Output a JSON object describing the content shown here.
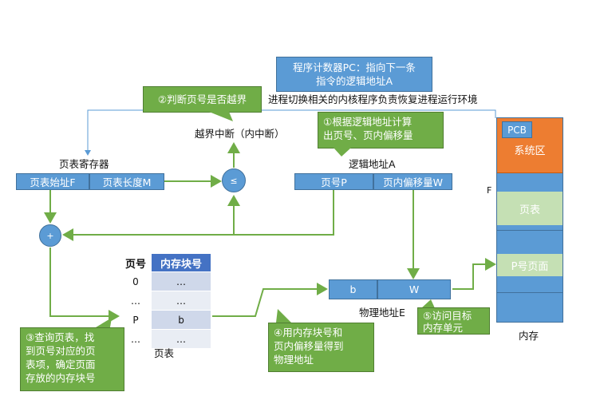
{
  "pc_box": {
    "line1": "程序计数器PC：指向下一条",
    "line2": "指令的逻辑地址A"
  },
  "context_switch_text": "进程切换相关的内核程序负责恢复进程运行环境",
  "callout_check": "②判断页号是否越界",
  "callout_split": {
    "line1": "①根据逻辑地址计算",
    "line2": "出页号、页内偏移量"
  },
  "interrupt_label": "越界中断（内中断）",
  "ptr_title": "页表寄存器",
  "ptr_start": "页表始址F",
  "ptr_length": "页表长度M",
  "compare_symbol": "≤",
  "adder_symbol": "+",
  "logical_title": "逻辑地址A",
  "logical_page": "页号P",
  "logical_offset": "页内偏移量W",
  "page_table": {
    "header_page": "页号",
    "header_block": "内存块号",
    "rows": [
      {
        "page": "0",
        "block": "…"
      },
      {
        "page": "…",
        "block": "…"
      },
      {
        "page": "P",
        "block": "b"
      },
      {
        "page": "…",
        "block": "…"
      }
    ],
    "caption": "页表"
  },
  "physical": {
    "block": "b",
    "offset": "W",
    "title": "物理地址E"
  },
  "callout_lookup": {
    "line1": "③查询页表，找",
    "line2": "到页号对应的页",
    "line3": "表项，确定页面",
    "line4": "存放的内存块号"
  },
  "callout_combine": {
    "line1": "④用内存块号和",
    "line2": "页内偏移量得到",
    "line3": "物理地址"
  },
  "callout_access": {
    "line1": "⑤访问目标",
    "line2": "内存单元"
  },
  "memory": {
    "pcb": "PCB",
    "system_area": "系统区",
    "f_label": "F",
    "page_table_label": "页表",
    "page_p_label": "P号页面",
    "caption": "内存"
  },
  "colors": {
    "blue": "#5b9bd5",
    "green": "#70ad47",
    "orange": "#ed7d31",
    "light_green": "#c5e0b4",
    "table_row_a": "#cfd8ea",
    "table_row_b": "#e9edf4"
  }
}
